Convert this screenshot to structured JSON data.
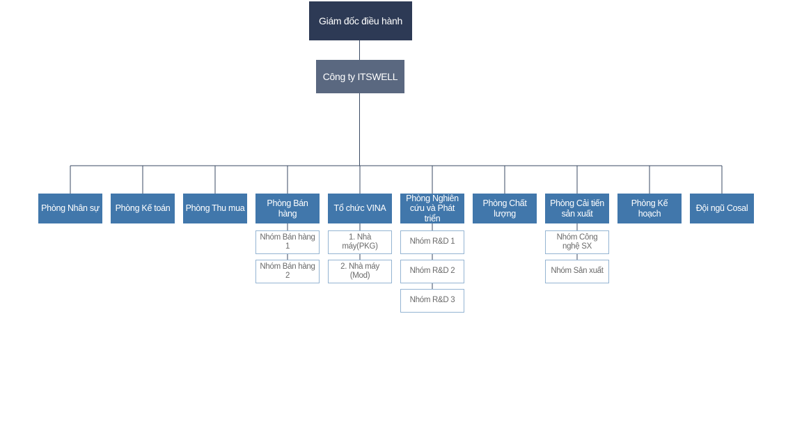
{
  "executive": "Giám đốc điều hành",
  "company": "Công ty ITSWELL",
  "departments": [
    {
      "name": "Phòng Nhân sự",
      "teams": []
    },
    {
      "name": "Phòng Kế toán",
      "teams": []
    },
    {
      "name": "Phòng Thu mua",
      "teams": []
    },
    {
      "name": "Phòng Bán hàng",
      "teams": [
        "Nhóm Bán hàng 1",
        "Nhóm Bán hàng 2"
      ]
    },
    {
      "name": "Tổ chức VINA",
      "teams": [
        "1. Nhà máy(PKG)",
        "2. Nhà máy (Mod)"
      ]
    },
    {
      "name": "Phòng Nghiên cứu và Phát triển",
      "teams": [
        "Nhóm R&D 1",
        "Nhóm R&D 2",
        "Nhóm R&D 3"
      ]
    },
    {
      "name": "Phòng Chất lượng",
      "teams": []
    },
    {
      "name": "Phòng Cải tiến sản xuất",
      "teams": [
        "Nhóm Công nghệ SX",
        "Nhóm Sản xuất"
      ]
    },
    {
      "name": "Phòng Kế hoạch",
      "teams": []
    },
    {
      "name": "Đội ngũ Cosal",
      "teams": []
    }
  ]
}
